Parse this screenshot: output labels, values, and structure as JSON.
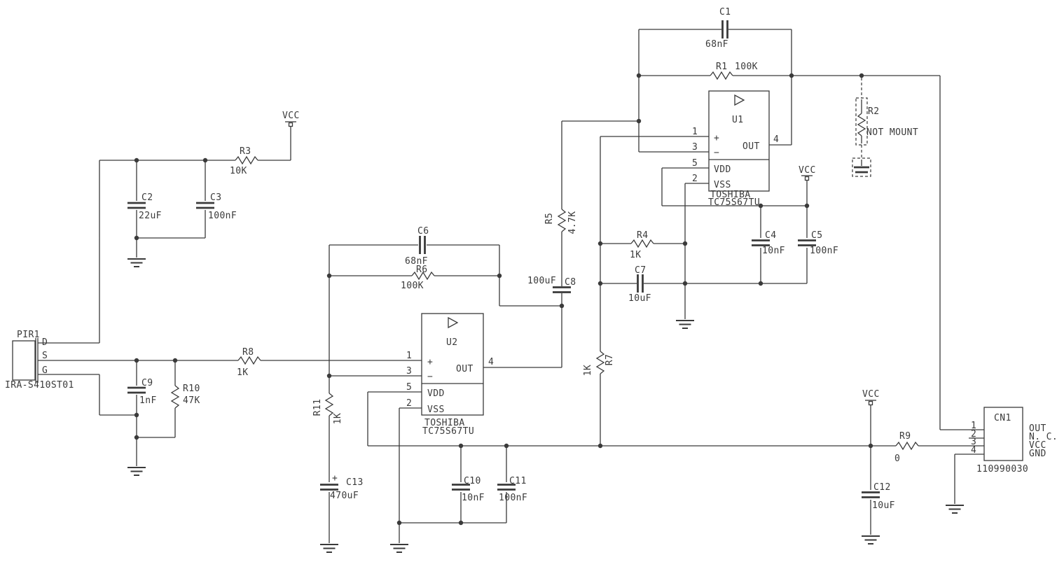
{
  "power": {
    "vcc": "VCC"
  },
  "components": {
    "c1": {
      "ref": "C1",
      "value": "68nF"
    },
    "r1": {
      "ref": "R1",
      "value": "100K"
    },
    "r2": {
      "ref": "R2",
      "note": "NOT MOUNT"
    },
    "r3": {
      "ref": "R3",
      "value": "10K"
    },
    "c2": {
      "ref": "C2",
      "value": "22uF"
    },
    "c3": {
      "ref": "C3",
      "value": "100nF"
    },
    "c6": {
      "ref": "C6",
      "value": "68nF"
    },
    "r6": {
      "ref": "R6",
      "value": "100K"
    },
    "r5": {
      "ref": "R5",
      "value": "4.7K"
    },
    "c8": {
      "ref": "C8",
      "value": "100uF"
    },
    "r4": {
      "ref": "R4",
      "value": "1K"
    },
    "c7": {
      "ref": "C7",
      "value": "10uF"
    },
    "c4": {
      "ref": "C4",
      "value": "10nF"
    },
    "c5": {
      "ref": "C5",
      "value": "100nF"
    },
    "r7": {
      "ref": "R7",
      "value": "1K"
    },
    "r8": {
      "ref": "R8",
      "value": "1K"
    },
    "c9": {
      "ref": "C9",
      "value": "1nF"
    },
    "r10": {
      "ref": "R10",
      "value": "47K"
    },
    "r11": {
      "ref": "R11",
      "value": "1K"
    },
    "c13": {
      "ref": "C13",
      "value": "470uF",
      "polarity_mark": "+"
    },
    "c10": {
      "ref": "C10",
      "value": "10nF"
    },
    "c11": {
      "ref": "C11",
      "value": "100nF"
    },
    "c12": {
      "ref": "C12",
      "value": "10uF"
    },
    "r9": {
      "ref": "R9",
      "value": "0"
    },
    "pir1": {
      "ref": "PIR1",
      "part_number": "IRA-S410ST01",
      "pin_names": {
        "d": "D",
        "s": "S",
        "g": "G"
      }
    },
    "u1": {
      "ref": "U1",
      "vendor": "TOSHIBA",
      "part_number": "TC75S67TU",
      "pin_numbers": {
        "in_plus": "1",
        "in_minus": "3",
        "vdd": "5",
        "vss": "2",
        "out": "4"
      },
      "pin_labels": {
        "plus": "+",
        "minus": "−",
        "out": "OUT",
        "vdd": "VDD",
        "vss": "VSS"
      }
    },
    "u2": {
      "ref": "U2",
      "vendor": "TOSHIBA",
      "part_number": "TC75S67TU",
      "pin_numbers": {
        "in_plus": "1",
        "in_minus": "3",
        "vdd": "5",
        "vss": "2",
        "out": "4"
      },
      "pin_labels": {
        "plus": "+",
        "minus": "−",
        "out": "OUT",
        "vdd": "VDD",
        "vss": "VSS"
      }
    },
    "cn1": {
      "ref": "CN1",
      "part_number": "110990030",
      "pin_numbers": [
        "1",
        "2",
        "3",
        "4"
      ],
      "pin_names": [
        "OUT",
        "N. C.",
        "VCC",
        "GND"
      ]
    }
  }
}
